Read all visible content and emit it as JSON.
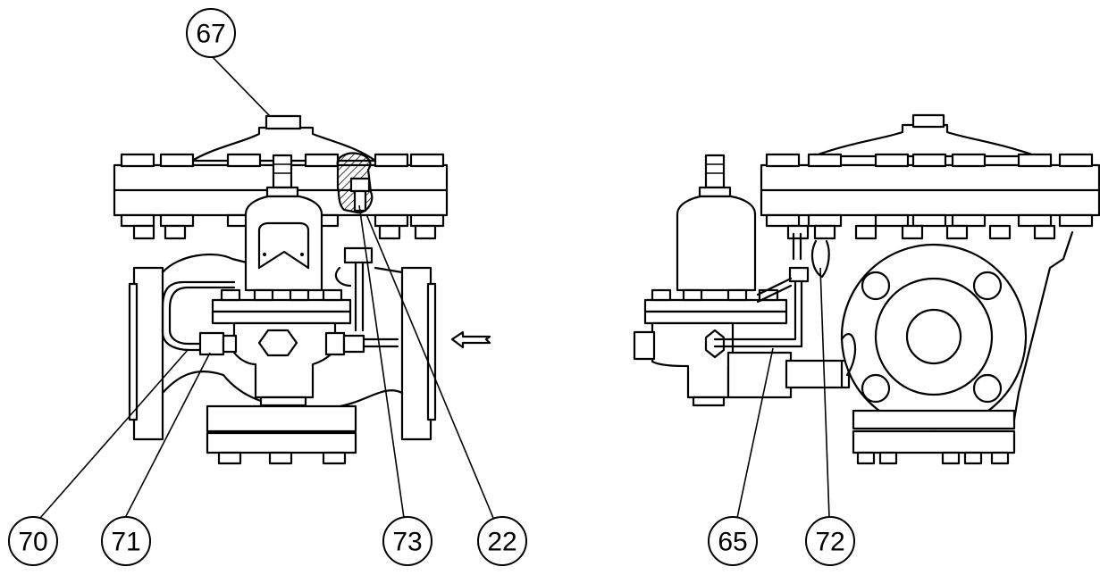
{
  "callouts": [
    {
      "id": "67",
      "label": "67"
    },
    {
      "id": "70",
      "label": "70"
    },
    {
      "id": "71",
      "label": "71"
    },
    {
      "id": "73",
      "label": "73"
    },
    {
      "id": "22",
      "label": "22"
    },
    {
      "id": "65",
      "label": "65"
    },
    {
      "id": "72",
      "label": "72"
    }
  ],
  "flow_arrow": {
    "direction": "left"
  }
}
